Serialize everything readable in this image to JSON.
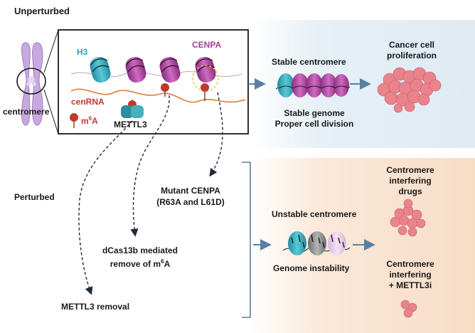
{
  "colors": {
    "h3_teal": "#2aa5b6",
    "cenpa_purple": "#a63f9a",
    "m6a_red": "#c0392b",
    "cenrna_orange": "#e07b39",
    "mettl3_teal": "#2a8e9c",
    "stable_bg": "#e6f0f6",
    "perturbed_bg": "#fbe9da",
    "arrow_blue": "#5a7fa3",
    "cancer_pink": "#e9838c",
    "chromosome_purple": "#c7a9e0"
  },
  "labels": {
    "unperturbed": "Unperturbed",
    "perturbed": "Perturbed",
    "centromere": "centromere",
    "h3": "H3",
    "cenpa": "CENPA",
    "cenrna": "cenRNA",
    "m6a_m": "m",
    "m6a_sup": "6",
    "m6a_a": "A",
    "mettl3": "METTL3",
    "stable_centromere": "Stable centromere",
    "stable_genome": "Stable genome",
    "proper_division": "Proper cell division",
    "cancer_line1": "Cancer cell",
    "cancer_line2": "proliferation",
    "mutant_line1": "Mutant CENPA",
    "mutant_line2": "(R63A and L61D)",
    "dcas_line1": "dCas13b mediated",
    "dcas_line2_pre": "remove of m",
    "dcas_sup": "6",
    "dcas_post": "A",
    "mettl3_removal": "METTL3 removal",
    "unstable_centromere": "Unstable centromere",
    "genome_instability": "Genome instability",
    "drugs_line1": "Centromere",
    "drugs_line2": "interfering",
    "drugs_line3": "drugs",
    "combo_line1": "Centromere",
    "combo_line2": "interfering",
    "combo_line3": "+ METTL3i"
  }
}
